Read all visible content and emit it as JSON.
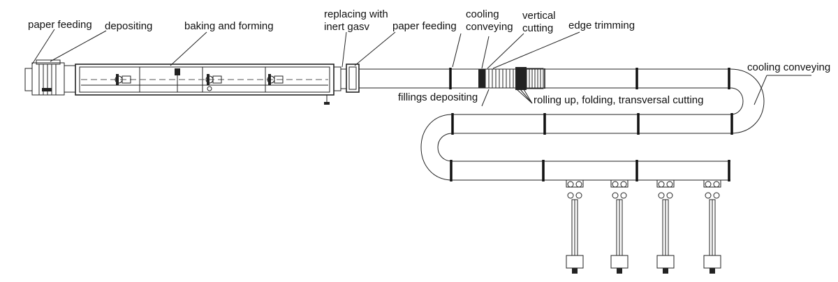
{
  "labels": {
    "paper_feeding_1": "paper feeding",
    "depositing": "depositing",
    "baking_and_forming": "baking and forming",
    "replacing_line1": "replacing with",
    "replacing_line2": "inert gasv",
    "paper_feeding_2": "paper feeding",
    "cooling_line1": "cooling",
    "cooling_line2": "conveying",
    "vertical_line1": "vertical",
    "vertical_line2": "cutting",
    "edge_trimming": "edge trimming",
    "cooling_conveying": "cooling conveying",
    "fillings_depositing": "fillings depositing",
    "rolling_up": "rolling up, folding, transversal cutting"
  }
}
